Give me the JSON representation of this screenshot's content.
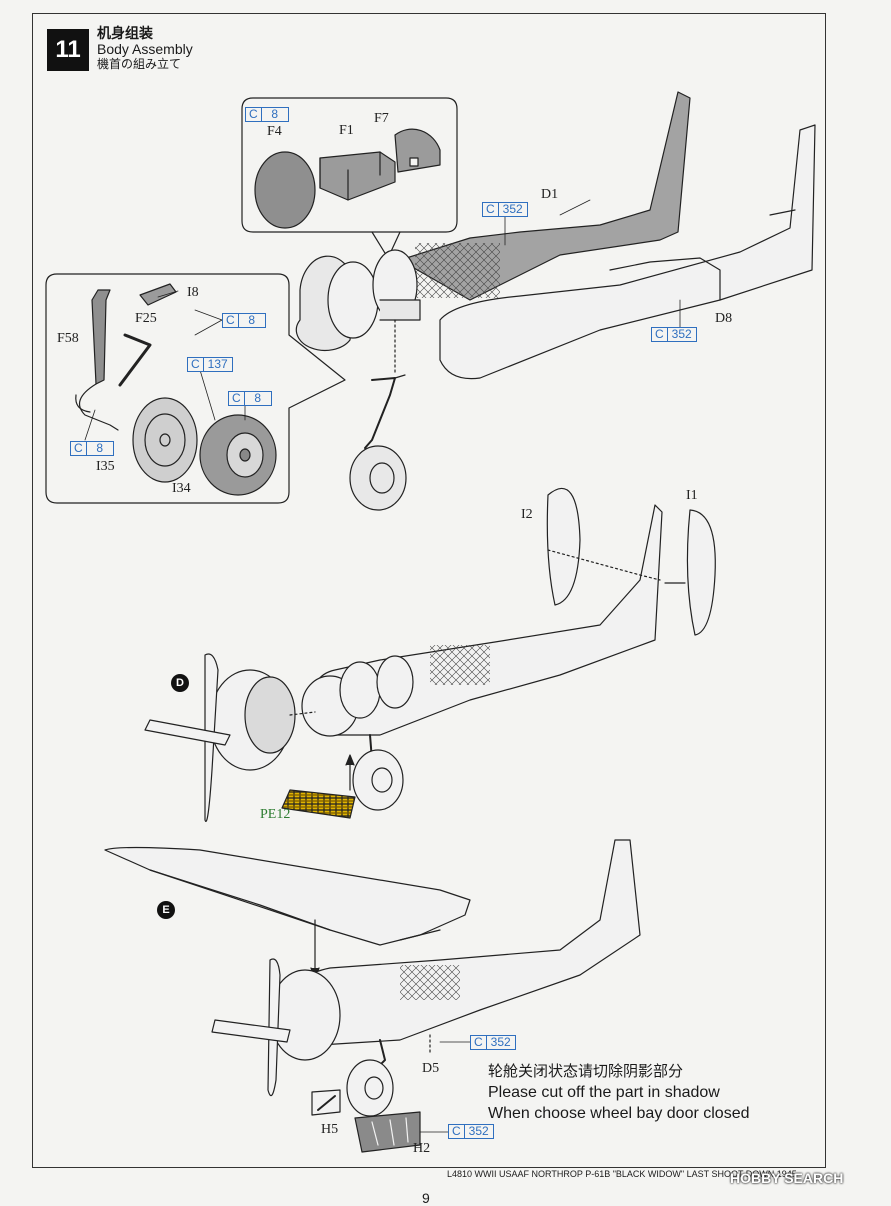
{
  "step": {
    "number": "11",
    "title_cn": "机身组装",
    "title_en": "Body Assembly",
    "title_jp": "機首の組み立て"
  },
  "part_labels": {
    "f4": "F4",
    "f1": "F1",
    "f7": "F7",
    "d1": "D1",
    "d8": "D8",
    "i8": "I8",
    "f25": "F25",
    "f58": "F58",
    "i35": "I35",
    "i34": "I34",
    "i2": "I2",
    "i1": "I1",
    "pe12": "PE12",
    "d5": "D5",
    "h5": "H5",
    "h2": "H2"
  },
  "color_callouts": [
    {
      "id": "c8-top",
      "prefix": "C",
      "code": "8"
    },
    {
      "id": "c352-d1",
      "prefix": "C",
      "code": "352"
    },
    {
      "id": "c352-d8",
      "prefix": "C",
      "code": "352"
    },
    {
      "id": "c8-f25",
      "prefix": "C",
      "code": "8"
    },
    {
      "id": "c137",
      "prefix": "C",
      "code": "137"
    },
    {
      "id": "c8-i34",
      "prefix": "C",
      "code": "8"
    },
    {
      "id": "c8-f58",
      "prefix": "C",
      "code": "8"
    },
    {
      "id": "c352-d5",
      "prefix": "C",
      "code": "352"
    },
    {
      "id": "c352-h2",
      "prefix": "C",
      "code": "352"
    }
  ],
  "markers": {
    "d": "D",
    "e": "E"
  },
  "note": {
    "cn": "轮舱关闭状态请切除阴影部分",
    "en_line1": "Please cut off the part in shadow",
    "en_line2": "When choose wheel bay door closed"
  },
  "footer": "L4810  WWII USAAF NORTHROP P-61B \"BLACK WIDOW\" LAST SHOOT DOWN 1945",
  "watermark": "HOBBY SEARCH",
  "page_number": "9",
  "colors": {
    "callout_blue": "#2f6fbf",
    "green_part": "#2e7d32",
    "shadow_gray": "#9a9a9a"
  }
}
